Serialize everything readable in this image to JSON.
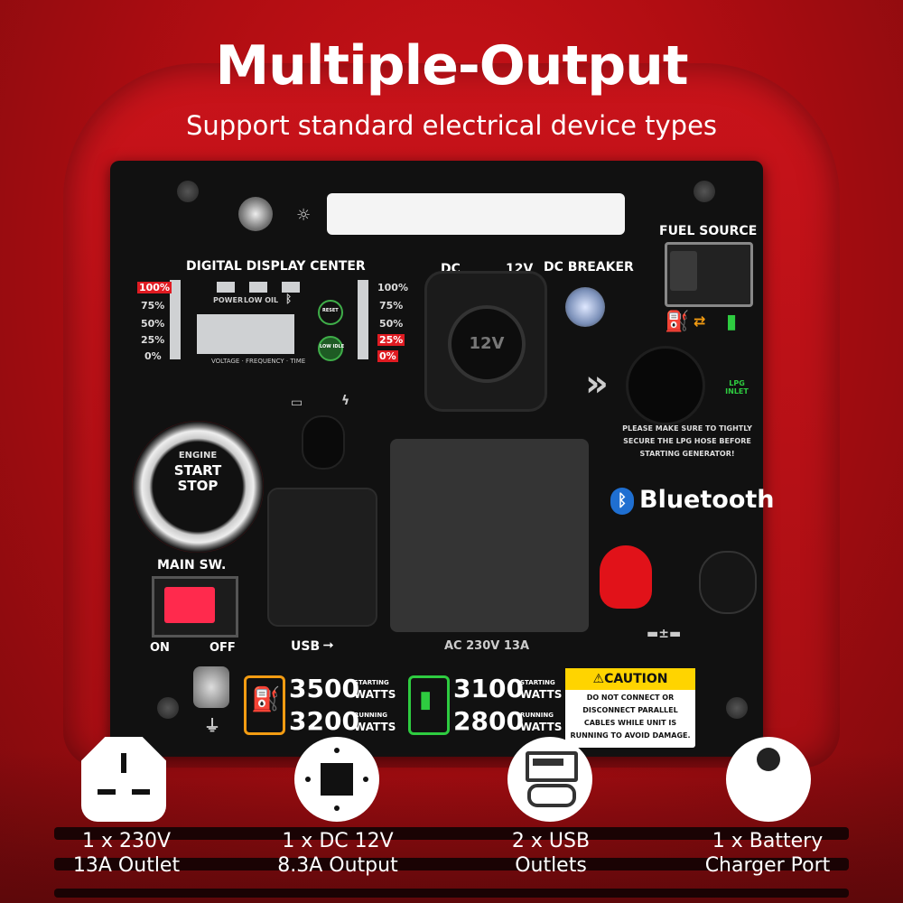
{
  "header": {
    "title": "Multiple-Output",
    "subtitle": "Support standard electrical device types"
  },
  "panel": {
    "display_center": "DIGITAL DISPLAY CENTER",
    "left_levels": [
      "100%",
      "75%",
      "50%",
      "25%",
      "0%"
    ],
    "right_levels": [
      "100%",
      "75%",
      "50%",
      "25%",
      "0%"
    ],
    "indicators": [
      "POWER",
      "LOW OIL"
    ],
    "lcd_caption": "VOLTAGE · FREQUENCY · TIME",
    "reset_label": "RESET",
    "low_idle_label": "LOW IDLE",
    "dc_label": "DC",
    "dc_voltage": "12V",
    "dc_socket_label": "12V",
    "dc_breaker": "DC BREAKER",
    "fuel_source": "FUEL SOURCE",
    "lpg_inlet": "LPG INLET",
    "lpg_warning": "PLEASE MAKE SURE TO TIGHTLY SECURE THE LPG HOSE BEFORE STARTING GENERATOR!",
    "bluetooth": "Bluetooth",
    "engine_button": [
      "ENGINE",
      "START",
      "STOP"
    ],
    "main_switch": "MAIN SW.",
    "switch_on": "ON",
    "switch_off": "OFF",
    "usb_label": "USB",
    "ac_label": "AC 230V 13A",
    "gas_starting": "3500",
    "gas_running": "3200",
    "lpg_starting": "3100",
    "lpg_running": "2800",
    "starting_label": "STARTING",
    "running_label": "RUNNING",
    "watts_label": "WATTS",
    "caution_title": "CAUTION",
    "caution_text": "DO NOT CONNECT OR DISCONNECT PARALLEL CABLES WHILE UNIT IS RUNNING TO AVOID DAMAGE."
  },
  "features": [
    {
      "icon": "uk-outlet-icon",
      "line1": "1 x 230V",
      "line2": "13A Outlet"
    },
    {
      "icon": "dc-socket-icon",
      "line1": "1 x DC 12V",
      "line2": "8.3A Output"
    },
    {
      "icon": "usb-icon",
      "line1": "2 x USB",
      "line2": "Outlets"
    },
    {
      "icon": "battery-port-icon",
      "line1": "1 x Battery",
      "line2": "Charger Port"
    }
  ],
  "colors": {
    "brand_red": "#c9131a",
    "panel_black": "#111111",
    "gas_orange": "#f39c12",
    "lpg_green": "#2ecc40",
    "caution_yellow": "#ffd400"
  }
}
